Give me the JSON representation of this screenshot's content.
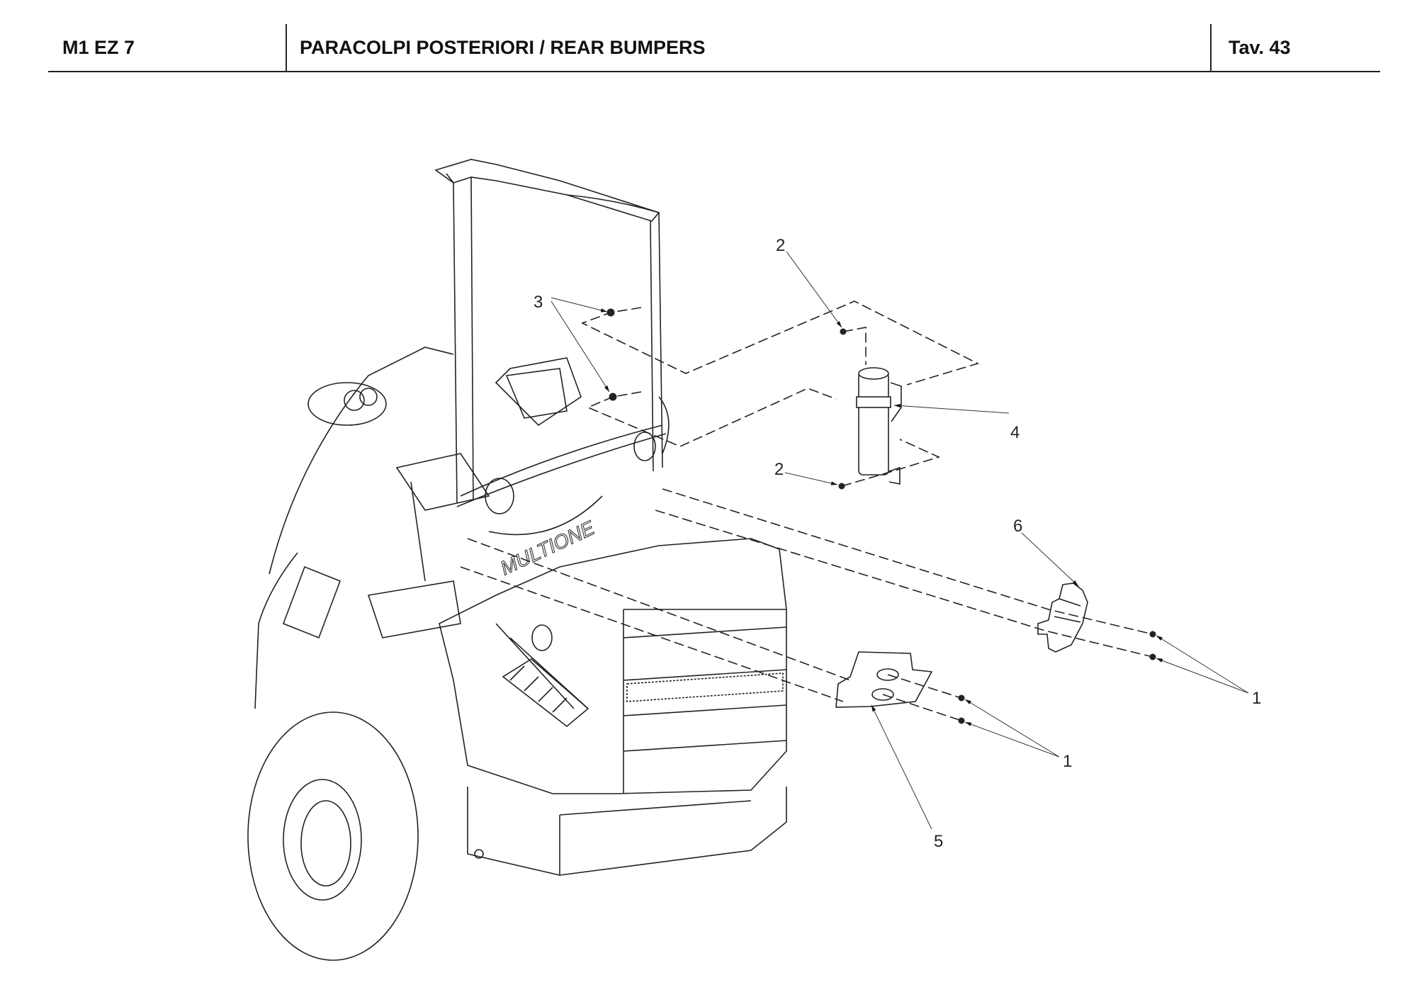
{
  "header": {
    "model_code": "M1 EZ 7",
    "title": "PARACOLPI POSTERIORI / REAR BUMPERS",
    "table_label": "Tav.",
    "table_number": "43",
    "table_full": "Tav.  43"
  },
  "drawing": {
    "brand_logo_text": "MULTIONE",
    "part_callouts": [
      {
        "number": "1",
        "part": "screw"
      },
      {
        "number": "1",
        "part": "screw"
      },
      {
        "number": "2",
        "part": "screw"
      },
      {
        "number": "2",
        "part": "screw"
      },
      {
        "number": "3",
        "part": "nut"
      },
      {
        "number": "4",
        "part": "beacon-light-holder"
      },
      {
        "number": "5",
        "part": "rear-bumper-left"
      },
      {
        "number": "6",
        "part": "rear-bumper-right"
      }
    ]
  }
}
